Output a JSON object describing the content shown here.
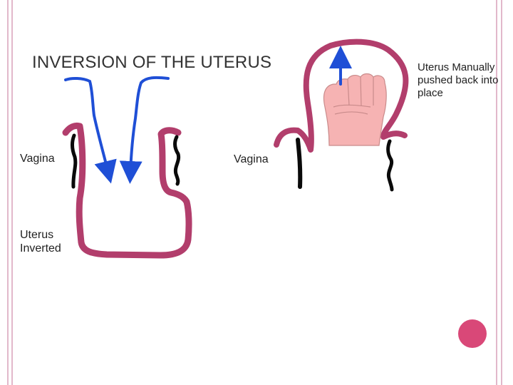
{
  "slide": {
    "title": "INVERSION OF THE UTERUS",
    "labels": {
      "vagina_left": "Vagina",
      "uterus_inverted": "Uterus Inverted",
      "vagina_center": "Vagina",
      "uterus_manually": "Uterus Manually pushed back into place"
    }
  },
  "colors": {
    "uterus_wall": "#b23e6c",
    "arrow": "#1f4fd6",
    "vaginal_wall": "#0a0a0a",
    "fist": "#f6b3b3",
    "decor_circle": "#d94878",
    "frame": "#e2b8cb"
  }
}
